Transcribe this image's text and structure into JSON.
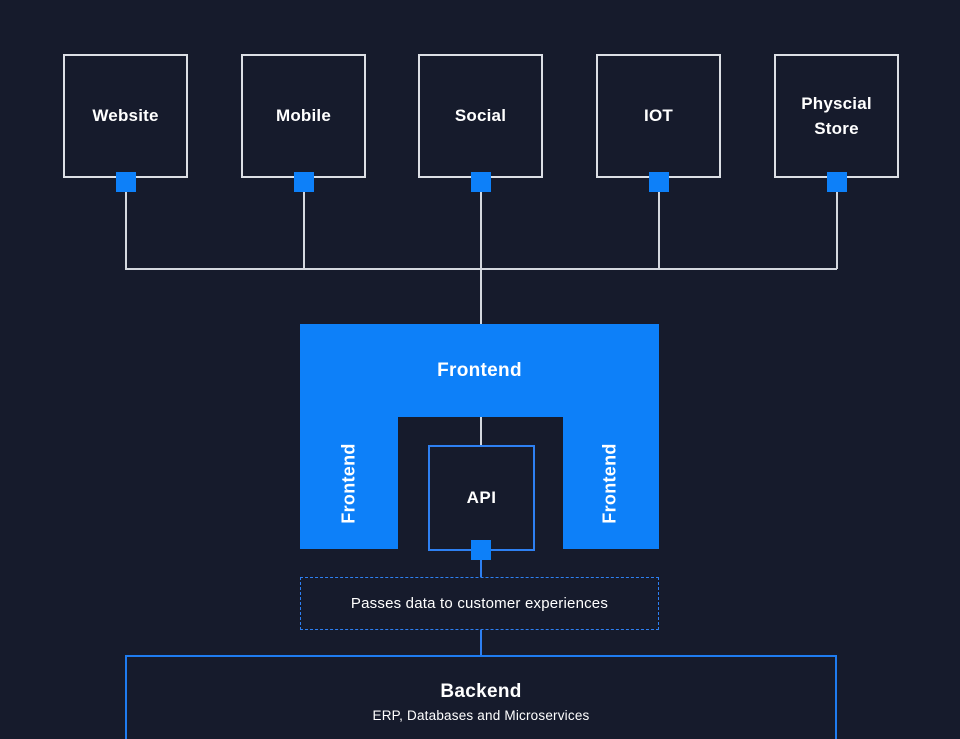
{
  "colors": {
    "background": "#161b2c",
    "accent_blue": "#0d80f9",
    "border_blue": "#2e80f2",
    "line_gray": "#d4d8df",
    "text_white": "#ffffff"
  },
  "channels": [
    {
      "label": "Website"
    },
    {
      "label": "Mobile"
    },
    {
      "label": "Social"
    },
    {
      "label": "IOT"
    },
    {
      "label": "Physcial Store"
    }
  ],
  "frontend": {
    "top_label": "Frontend",
    "left_label": "Frontend",
    "right_label": "Frontend"
  },
  "api": {
    "label": "API"
  },
  "note": {
    "text": "Passes data to customer experiences"
  },
  "backend": {
    "title": "Backend",
    "subtitle": "ERP, Databases and Microservices"
  }
}
